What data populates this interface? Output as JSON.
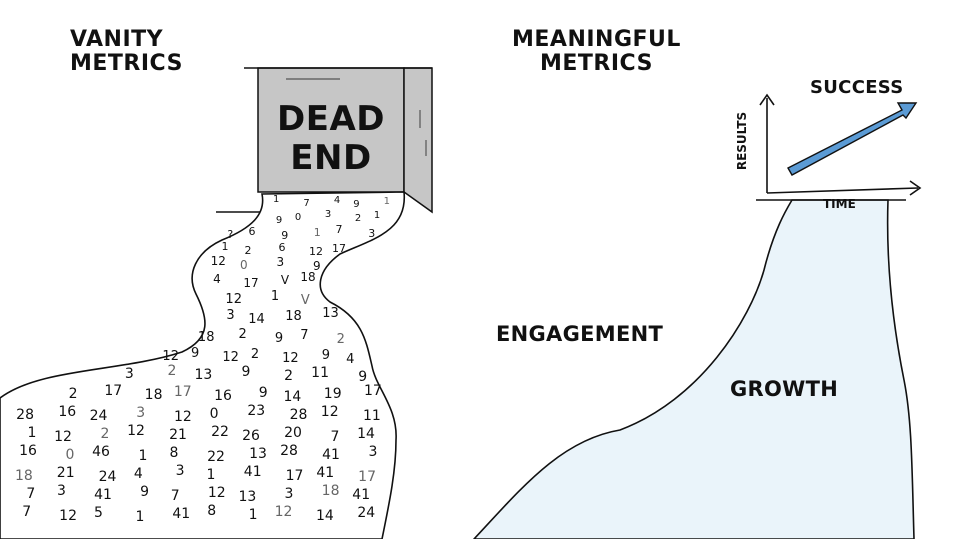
{
  "left_panel": {
    "heading_lines": [
      "VANITY",
      "METRICS"
    ],
    "wall_label_lines": [
      "DEAD",
      "END"
    ]
  },
  "right_panel": {
    "heading_lines": [
      "MEANINGFUL",
      "METRICS"
    ],
    "engagement_label": "ENGAGEMENT",
    "growth_label": "GROWTH",
    "mini_chart": {
      "y_axis_label": "RESULTS",
      "x_axis_label": "TIME",
      "arrow_label": "SUCCESS",
      "arrow_color": "#5b9bd5"
    }
  },
  "colors": {
    "wall_fill": "#c6c6c6",
    "stream_fill": "#eaf4fa",
    "ink": "#111111"
  },
  "stream_numbers": [
    "1",
    "7",
    "4",
    "9",
    "1",
    "9",
    "0",
    "3",
    "2",
    "1",
    "?",
    "6",
    "9",
    "1",
    "7",
    "3",
    "1",
    "2",
    "6",
    "12",
    "17",
    "12",
    "0",
    "3",
    "9",
    "4",
    "17",
    "V",
    "18",
    "12",
    "1",
    "V",
    "3",
    "14",
    "18",
    "13",
    "18",
    "2",
    "9",
    "7",
    "2",
    "12",
    "9",
    "12",
    "2",
    "12",
    "9",
    "4",
    "3",
    "2",
    "13",
    "9",
    "2",
    "11",
    "9",
    "2",
    "17",
    "18",
    "17",
    "16",
    "9",
    "14",
    "19",
    "17",
    "28",
    "16",
    "24",
    "3",
    "12",
    "0",
    "23",
    "28",
    "12",
    "11",
    "1",
    "12",
    "2",
    "12",
    "21",
    "22",
    "26",
    "20",
    "7",
    "14",
    "16",
    "0",
    "46",
    "1",
    "8",
    "22",
    "13",
    "28",
    "41",
    "3",
    "18",
    "21",
    "24",
    "4",
    "3",
    "1",
    "41",
    "17",
    "41",
    "17",
    "7",
    "3",
    "41",
    "9",
    "7",
    "12",
    "13",
    "3",
    "18",
    "41",
    "7",
    "12",
    "5",
    "1",
    "41",
    "8",
    "1",
    "12",
    "14",
    "24"
  ]
}
